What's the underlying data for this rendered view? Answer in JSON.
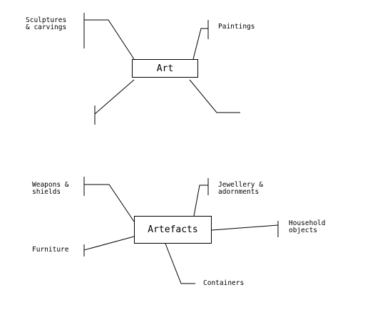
{
  "diagrams": [
    {
      "center": "Art",
      "branches": [
        "Sculptures\n& carvings",
        "Paintings",
        "",
        ""
      ]
    },
    {
      "center": "Artefacts",
      "branches": [
        "Weapons &\nshields",
        "Jewellery &\nadornments",
        "Household\nobjects",
        "Furniture",
        "Containers"
      ]
    }
  ]
}
